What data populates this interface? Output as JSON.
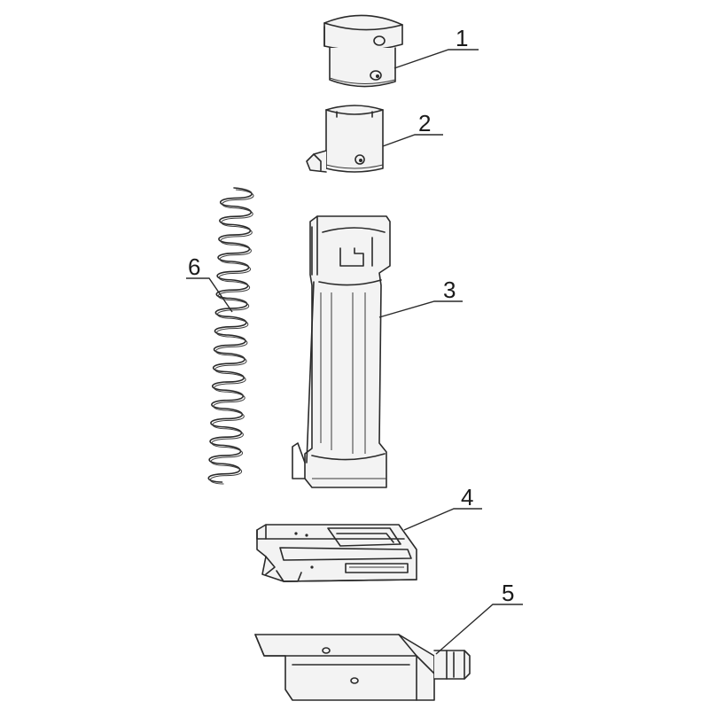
{
  "figure": {
    "parts": [
      {
        "id": "part-1",
        "callout": "1"
      },
      {
        "id": "part-2",
        "callout": "2"
      },
      {
        "id": "part-3",
        "callout": "3"
      },
      {
        "id": "part-4",
        "callout": "4"
      },
      {
        "id": "part-5",
        "callout": "5"
      },
      {
        "id": "part-6",
        "callout": "6"
      }
    ],
    "colors": {
      "line": "#2a2a2a",
      "background": "#ffffff"
    }
  }
}
